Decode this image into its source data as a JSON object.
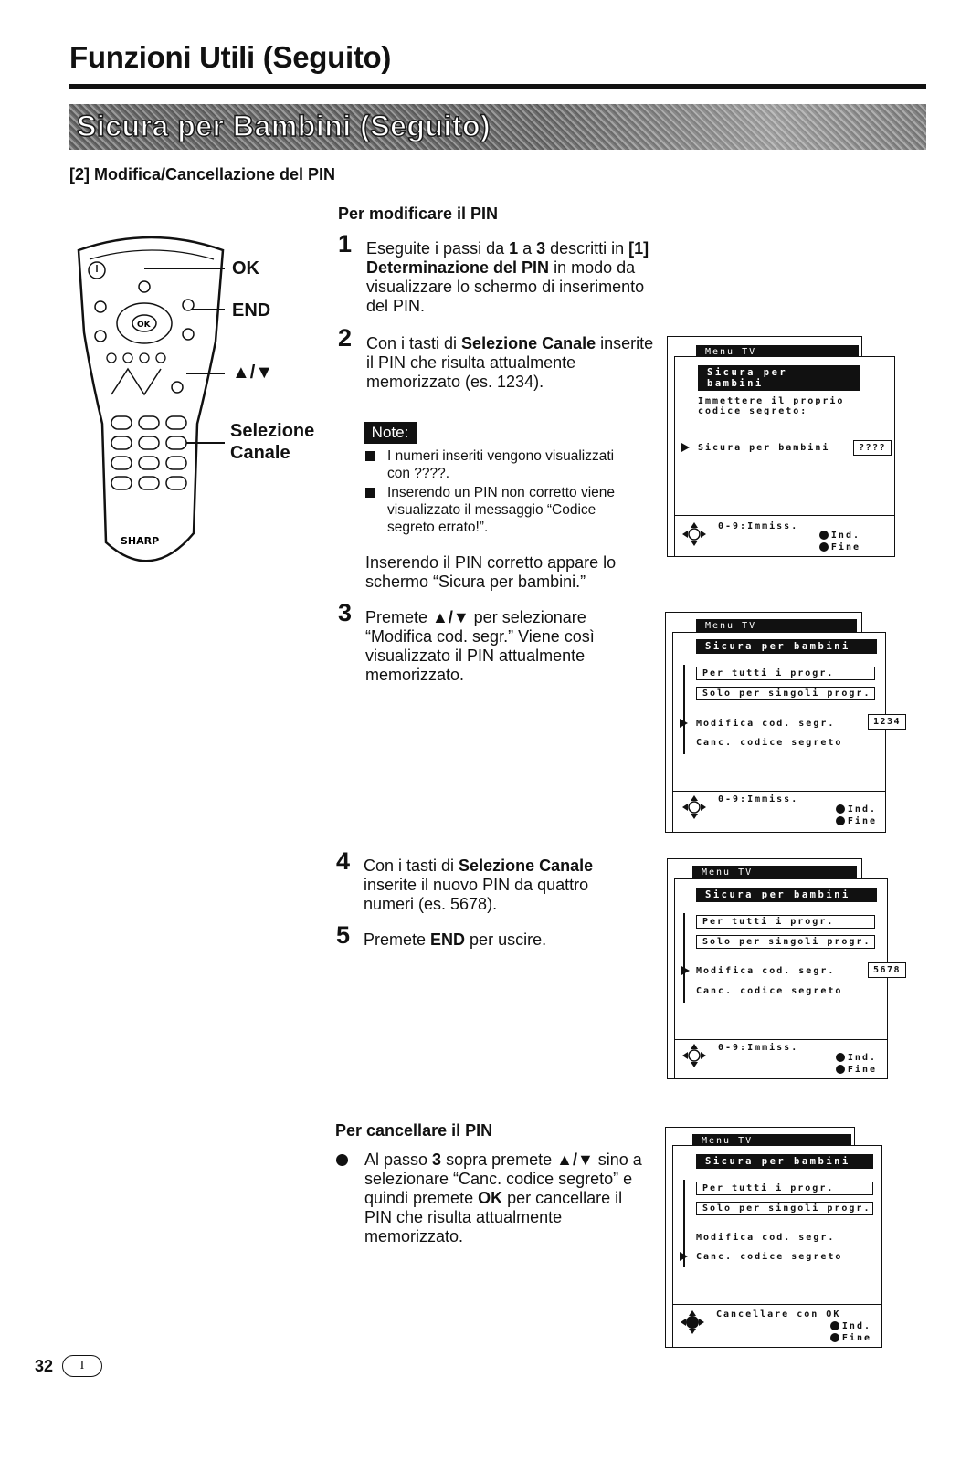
{
  "header": {
    "title": "Funzioni Utili (Seguito)",
    "banner": "Sicura per Bambini (Seguito)"
  },
  "section_heading": "[2] Modifica/Cancellazione del PIN",
  "remote": {
    "brand": "SHARP",
    "labels": {
      "ok": "OK",
      "end": "END",
      "updown": "▲/▼",
      "channel": "Selezione\nCanale"
    }
  },
  "modify": {
    "heading": "Per modificare il PIN",
    "steps": [
      {
        "num": "1",
        "html": "Eseguite i passi da <b>1</b> a <b>3</b> descritti in <b>[1] Determinazione del PIN</b> in modo da visualizzare lo schermo di inserimento del PIN."
      },
      {
        "num": "2",
        "html": "Con i tasti di <b>Selezione Canale</b> inserite il PIN che risulta attualmente memorizzato (es. 1234)."
      },
      {
        "num": "3",
        "html": "Premete <b>▲/▼</b> per selezionare “Modifica cod. segr.” Viene così visualizzato il PIN attualmente memorizzato."
      },
      {
        "num": "4",
        "html": "Con i tasti di <b>Selezione Canale</b> inserite il nuovo PIN da quattro numeri (es. 5678)."
      },
      {
        "num": "5",
        "html": "Premete <b>END</b> per uscire."
      }
    ],
    "note_label": "Note:",
    "notes": [
      "I numeri inseriti vengono visualizzati con ????.",
      "Inserendo un PIN non corretto viene visualizzato il messaggio “Codice segreto errato!”."
    ],
    "after_note": "Inserendo il PIN corretto appare lo schermo “Sicura per bambini.”"
  },
  "cancel": {
    "heading": "Per cancellare il PIN",
    "bullet_html": "Al passo <b>3</b> sopra premete <b>▲/▼</b> sino a selezionare “Canc. codice segreto” e quindi premete <b>OK</b> per cancellare il PIN che risulta attualmente memorizzato."
  },
  "screens": {
    "menu_tab": "Menu TV",
    "inner_title": "Sicura per bambini",
    "s1": {
      "prompt_line1": "Immettere il proprio",
      "prompt_line2": "codice segreto:",
      "item": "Sicura per bambini",
      "pin": "????",
      "hint": "0-9:Immiss."
    },
    "s2": {
      "btn1": "Per tutti i progr.",
      "btn2": "Solo per singoli progr.",
      "item1": "Modifica cod. segr.",
      "item2": "Canc. codice segreto",
      "pin": "1234",
      "hint": "0-9:Immiss."
    },
    "s3": {
      "btn1": "Per tutti i progr.",
      "btn2": "Solo per singoli progr.",
      "item1": "Modifica cod. segr.",
      "item2": "Canc. codice segreto",
      "pin": "5678",
      "hint": "0-9:Immiss."
    },
    "s4": {
      "btn1": "Per tutti i progr.",
      "btn2": "Solo per singoli progr.",
      "item1": "Modifica cod. segr.",
      "item2": "Canc. codice segreto",
      "hint": "Cancellare con OK"
    },
    "legend_ind": "Ind.",
    "legend_fine": "Fine"
  },
  "footer": {
    "page": "32",
    "lang": "I"
  }
}
